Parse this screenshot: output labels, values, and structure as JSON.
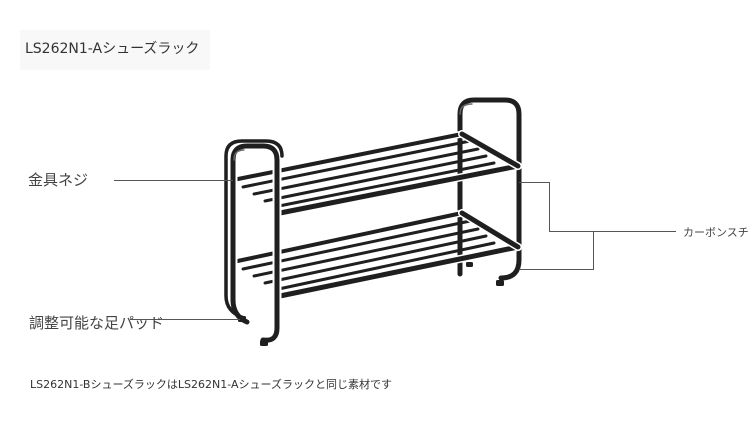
{
  "title": "LS262N1-Aシューズラック",
  "callouts": {
    "bolt": "金具ネジ",
    "feet": "調整可能な足パッド",
    "steel": "カーボンスチ"
  },
  "note": "LS262N1-BシューズラックはLS262N1-Aシューズラックと同じ素材です",
  "colors": {
    "rack": "#1f1f1f",
    "leader": "#555555",
    "text": "#333333"
  }
}
